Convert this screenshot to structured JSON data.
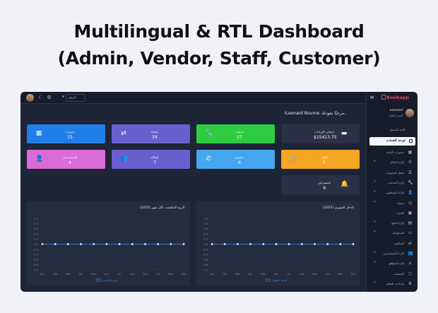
{
  "hero": {
    "line1": "Multilingual & RTL Dashboard",
    "line2": "(Admin, Vendor, Staff, Customer)"
  },
  "topbar": {
    "language": "عربي",
    "icons": [
      "user-avatar",
      "moon-icon",
      "globe-icon",
      "chevron-down-icon"
    ]
  },
  "sidebar": {
    "brand": "Bookapp",
    "user_name": "Leonard",
    "user_role": "المدير العام",
    "section": "قائمة التصفح",
    "active": "لوحة القيادة",
    "items": [
      {
        "label": "حجوزات القاعة",
        "icon": "calendar-icon",
        "chev": false
      },
      {
        "label": "إدارة التذاكر",
        "icon": "ticket-icon",
        "chev": true
      },
      {
        "label": "سجل الحجوزات",
        "icon": "list-icon",
        "chev": false
      },
      {
        "label": "إدارة الخدمات",
        "icon": "wrench-icon",
        "chev": true
      },
      {
        "label": "إدارة الموظفين",
        "icon": "user-icon",
        "chev": true
      },
      {
        "label": "جدولة",
        "icon": "clock-icon",
        "chev": true
      },
      {
        "label": "الإدارة",
        "icon": "grid-icon",
        "chev": false
      },
      {
        "label": "إدارة الدفع",
        "icon": "wallet-icon",
        "chev": true
      },
      {
        "label": "المدفوعات",
        "icon": "card-icon",
        "chev": true
      },
      {
        "label": "الشكاوى",
        "icon": "swap-icon",
        "chev": false
      },
      {
        "label": "إدارة المستخدمين",
        "icon": "users-icon",
        "chev": true
      },
      {
        "label": "إدارة المواقع",
        "icon": "pin-icon",
        "chev": true
      },
      {
        "label": "الصفحات",
        "icon": "page-icon",
        "chev": false
      },
      {
        "label": "إعدادات النظام",
        "icon": "gear-icon",
        "chev": true
      }
    ]
  },
  "greeting": "!Leonard Bourne مرحبًا بعودتك،",
  "cards": [
    {
      "label": "إجمالي الإيرادات",
      "value": "$15413.75",
      "color": "#2a3146",
      "icon": "revenue-icon"
    },
    {
      "label": "خدمات",
      "value": "27",
      "color": "#2ecc40",
      "icon": "wrench-icon"
    },
    {
      "label": "معاملة",
      "value": "34",
      "color": "#6a5fcf",
      "icon": "exchange-icon"
    },
    {
      "label": "حجوزات",
      "value": "15",
      "color": "#1f7ee8",
      "icon": "calendar-icon"
    },
    {
      "label": "الطلب",
      "value": "5",
      "color": "#f5a623",
      "icon": "cart-icon"
    },
    {
      "label": "مجموع",
      "value": "6",
      "color": "#45a8ef",
      "icon": "ticket-icon"
    },
    {
      "label": "الوكالة",
      "value": "7",
      "color": "#6a5fcf",
      "icon": "users-icon"
    },
    {
      "label": "المستخدمين",
      "value": "4",
      "color": "#d96cd8",
      "icon": "user-icon"
    },
    {
      "label": "المشتركين",
      "value": "9",
      "color": "#2a3146",
      "icon": "bell-icon"
    }
  ],
  "chart_data": [
    {
      "type": "line",
      "title": "الدخل الشهري (2025)",
      "categories": [
        "Jan",
        "Feb",
        "Mar",
        "Apr",
        "May",
        "Jun",
        "Jul",
        "Aug",
        "Sep",
        "Oct",
        "Nov",
        "Dec"
      ],
      "y_ticks": [
        "1.0",
        "0.8",
        "0.6",
        "0.4",
        "0.2",
        "0.0",
        "-0.2",
        "-0.4",
        "-0.6",
        "-0.8",
        "-1.0"
      ],
      "ylim": [
        -1,
        1
      ],
      "series": [
        {
          "name": "الدخل الشهري",
          "values": [
            0,
            0,
            0,
            0,
            0,
            0,
            0,
            0,
            0,
            0,
            0,
            0
          ],
          "color": "#4a90e2"
        }
      ],
      "legend": "bottom"
    },
    {
      "type": "line",
      "title": "الربح المكتسب لكل شهر (2025)",
      "categories": [
        "Jan",
        "Feb",
        "Mar",
        "Apr",
        "May",
        "Jun",
        "Jul",
        "Aug",
        "Sep",
        "Oct",
        "Nov",
        "Dec"
      ],
      "y_ticks": [
        "1.0",
        "0.8",
        "0.6",
        "0.4",
        "0.2",
        "0.0",
        "-0.2",
        "-0.4",
        "-0.6",
        "-0.8",
        "-1.0"
      ],
      "ylim": [
        -1,
        1
      ],
      "series": [
        {
          "name": "الربح المكتسب",
          "values": [
            0,
            0,
            0,
            0,
            0,
            0,
            0,
            0,
            0,
            0,
            0,
            0
          ],
          "color": "#4a90e2"
        }
      ],
      "legend": "bottom"
    }
  ]
}
